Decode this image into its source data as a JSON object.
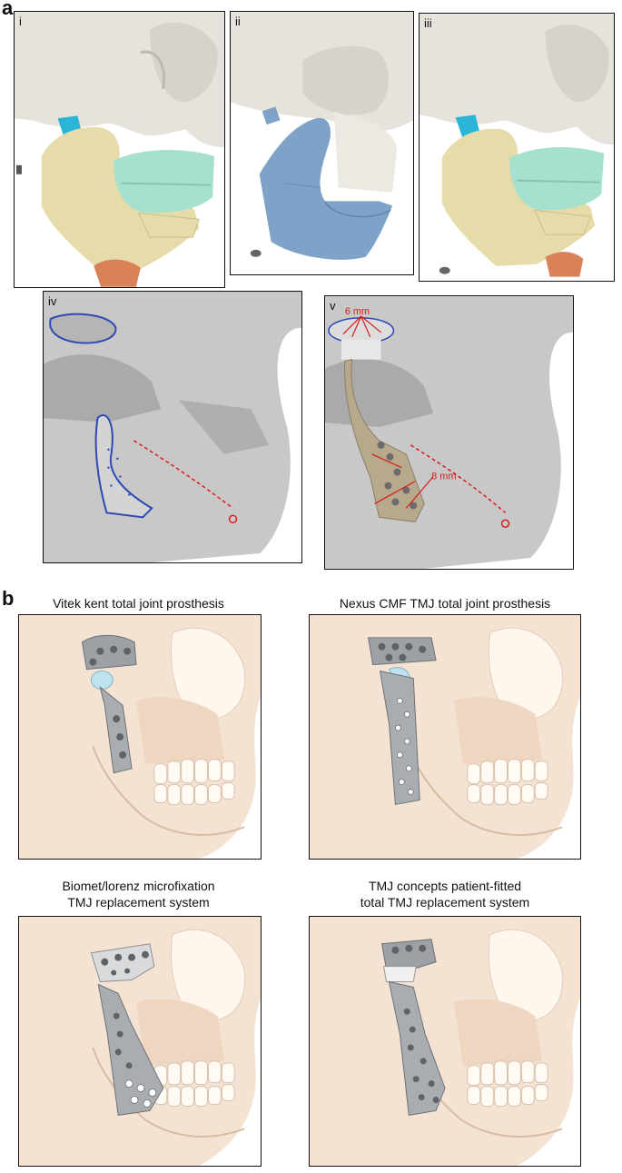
{
  "section_a": {
    "letter": "a"
  },
  "section_b": {
    "letter": "b"
  },
  "panels_a": [
    {
      "label": "i"
    },
    {
      "label": "ii"
    },
    {
      "label": "iii"
    },
    {
      "label": "iv"
    },
    {
      "label": "v",
      "measure_top": "6 mm",
      "measure_side": "8 mm"
    }
  ],
  "panels_b": [
    {
      "caption": "Vitek kent total joint prosthesis"
    },
    {
      "caption": "Nexus CMF TMJ total joint prosthesis"
    },
    {
      "caption_line1": "Biomet/lorenz microfixation",
      "caption_line2": "TMJ replacement system"
    },
    {
      "caption_line1": "TMJ concepts patient-fitted",
      "caption_line2": "total TMJ replacement system"
    }
  ],
  "colors": {
    "bone": "#e6e2dc",
    "mandible_yellow": "#e5dcaa",
    "maxilla_teal": "#a6e0cf",
    "condyle_cyan": "#29b4d8",
    "chin_orange": "#d9825a",
    "mandible_blue": "#7fa3c8",
    "ct_gray": "#b9b9b9",
    "outline_blue": "#2d49b4",
    "measure_red": "#d81b1b",
    "skull_b": "#f4e3d3",
    "implant_gray": "#a9acb0"
  }
}
